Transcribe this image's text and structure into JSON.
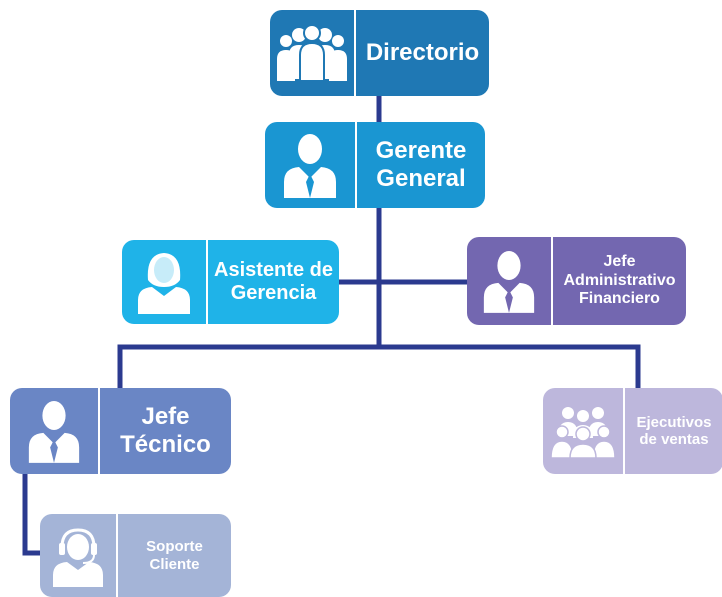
{
  "colors": {
    "connector": "#2b3a8f",
    "directorio": "#1f78b4",
    "gerente": "#1a96d2",
    "asistente": "#1fb3e8",
    "jefe_adm": "#7367b0",
    "jefe_tecnico": "#6a86c5",
    "ejecutivos": "#bdb7dc",
    "soporte": "#a4b4d7"
  },
  "nodes": {
    "directorio": {
      "label": "Directorio",
      "icon": "group-icon"
    },
    "gerente_general": {
      "label": "Gerente\nGeneral",
      "icon": "businessman-icon"
    },
    "asistente": {
      "label": "Asistente de\nGerencia",
      "icon": "businesswoman-icon"
    },
    "jefe_administrativo": {
      "label": "Jefe\nAdministrativo\nFinanciero",
      "icon": "businessman-icon"
    },
    "jefe_tecnico": {
      "label": "Jefe\nTécnico",
      "icon": "businessman-icon"
    },
    "ejecutivos": {
      "label": "Ejecutivos\nde ventas",
      "icon": "group-icon"
    },
    "soporte": {
      "label": "Soporte\nCliente",
      "icon": "headset-operator-icon"
    }
  }
}
